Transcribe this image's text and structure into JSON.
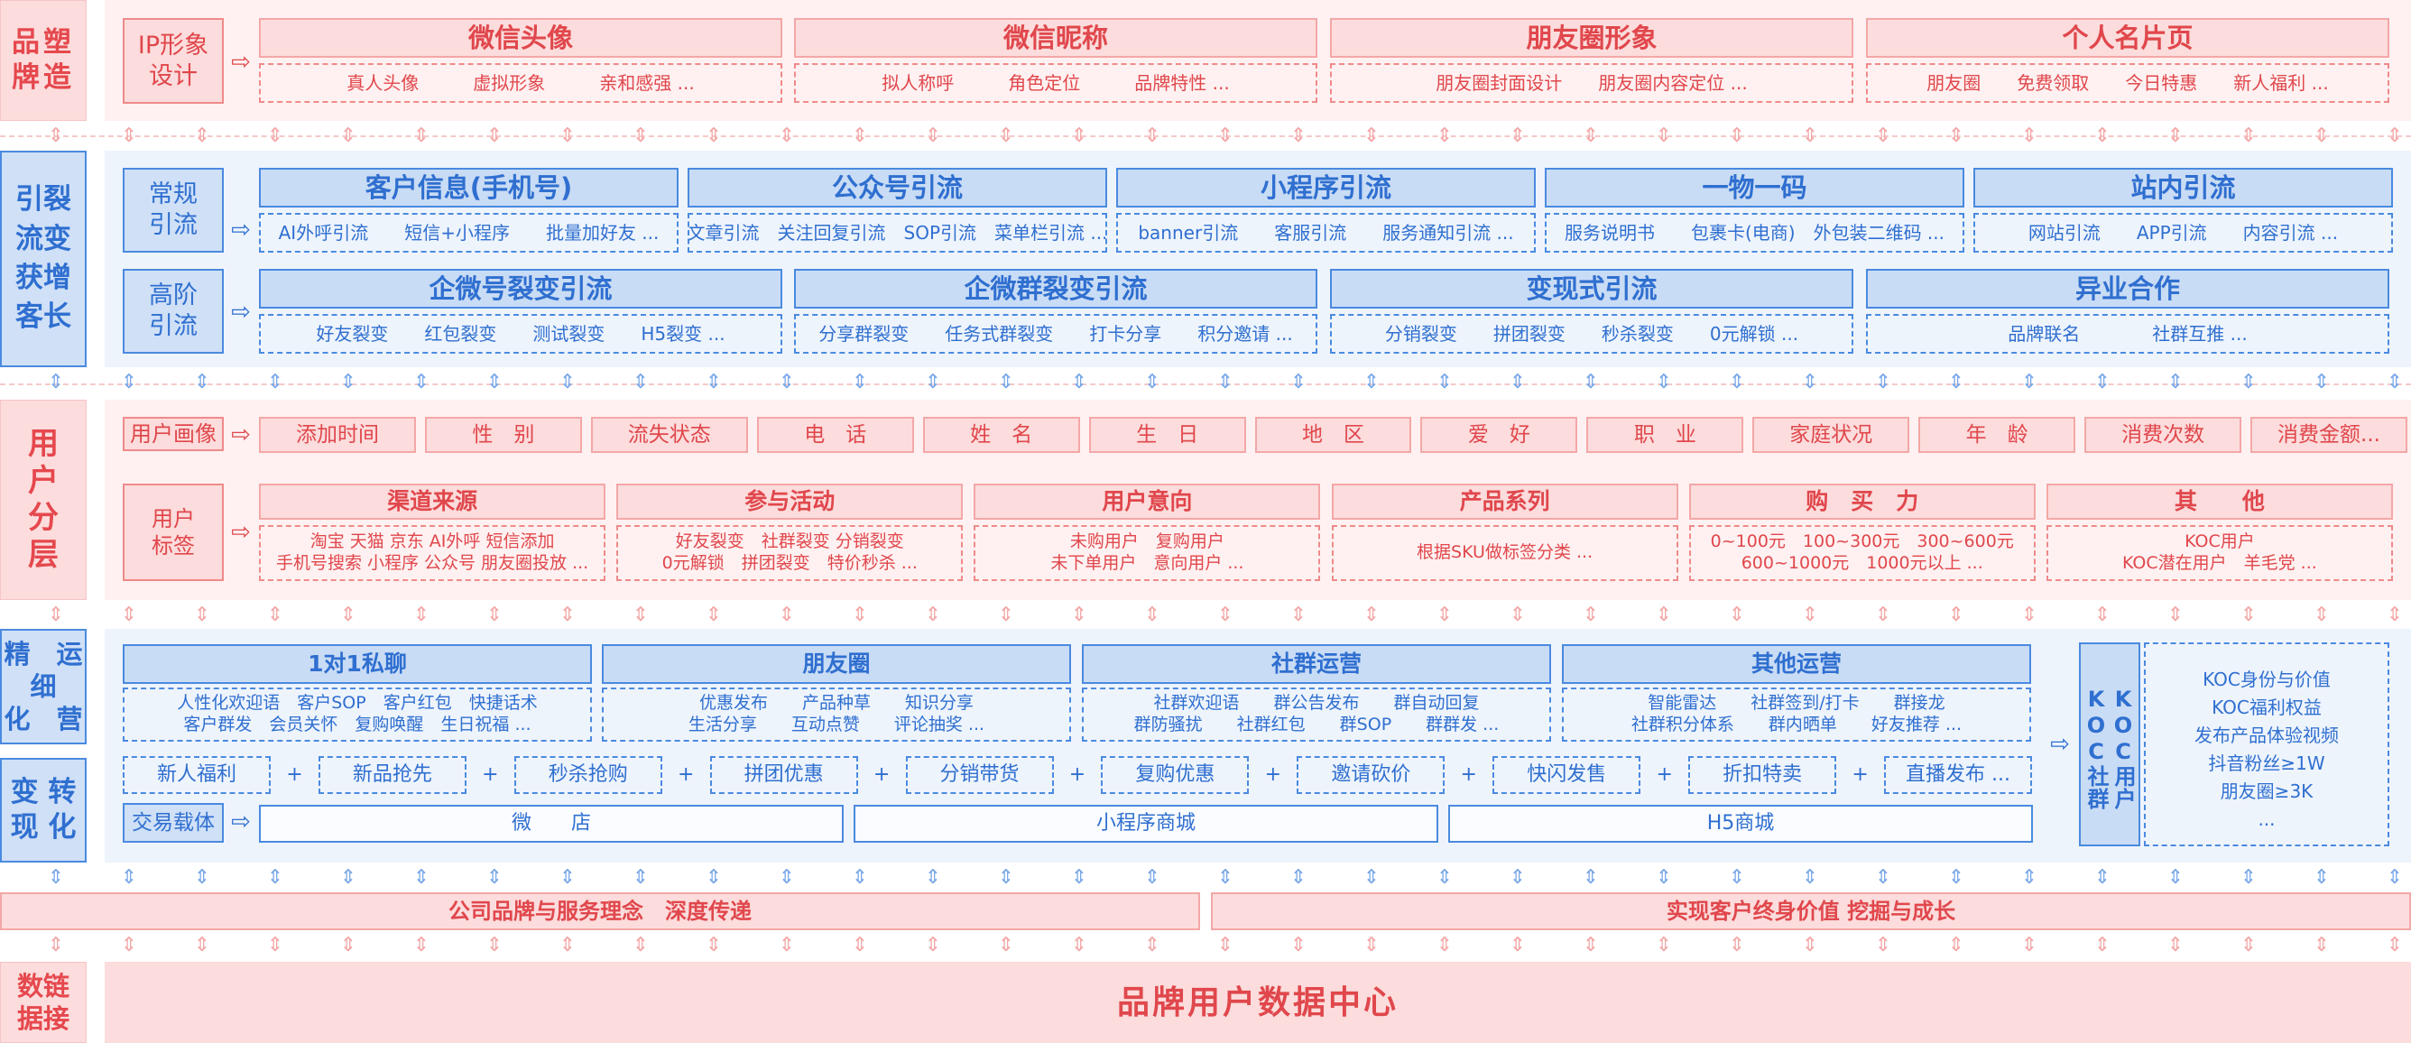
{
  "brand": {
    "side_label": "品塑\n牌造",
    "ip": "IP形象\n设计",
    "blocks": [
      {
        "title": "微信头像",
        "items": "真人头像　　　虚拟形象　　　亲和感强 ..."
      },
      {
        "title": "微信昵称",
        "items": "拟人称呼　　　角色定位　　　品牌特性 ..."
      },
      {
        "title": "朋友圈形象",
        "items": "朋友圈封面设计　　朋友圈内容定位 ..."
      },
      {
        "title": "个人名片页",
        "items": "朋友圈　　免费领取　　今日特惠　　新人福利 ..."
      }
    ]
  },
  "traffic": {
    "side_label": "引裂\n流变\n获增\n客长",
    "regular": "常规\n引流",
    "regular_blocks": [
      {
        "title": "客户信息(手机号)",
        "items": "AI外呼引流　　短信+小程序　　批量加好友 ..."
      },
      {
        "title": "公众号引流",
        "items": "文章引流　关注回复引流　SOP引流　菜单栏引流 ..."
      },
      {
        "title": "小程序引流",
        "items": "banner引流　　客服引流　　服务通知引流 ..."
      },
      {
        "title": "一物一码",
        "items": "服务说明书　　包裹卡(电商)　外包装二维码 ..."
      },
      {
        "title": "站内引流",
        "items": "网站引流　　APP引流　　内容引流 ..."
      }
    ],
    "advanced": "高阶\n引流",
    "advanced_blocks": [
      {
        "title": "企微号裂变引流",
        "items": "好友裂变　　红包裂变　　测试裂变　　H5裂变 ..."
      },
      {
        "title": "企微群裂变引流",
        "items": "分享群裂变　　任务式群裂变　　打卡分享　　积分邀请 ..."
      },
      {
        "title": "变现式引流",
        "items": "分销裂变　　拼团裂变　　秒杀裂变　　0元解锁 ..."
      },
      {
        "title": "异业合作",
        "items": "品牌联名　　　　社群互推 ..."
      }
    ]
  },
  "users": {
    "side_label": "用\n户\n分\n层",
    "portrait": "用户画像",
    "portrait_tags": [
      "添加时间",
      "性　别",
      "流失状态",
      "电　话",
      "姓　名",
      "生　日",
      "地　区",
      "爱　好",
      "职　业",
      "家庭状况",
      "年　龄",
      "消费次数",
      "消费金额..."
    ],
    "label": "用户\n标签",
    "label_blocks": [
      {
        "title": "渠道来源",
        "items": "淘宝 天猫 京东 AI外呼 短信添加\n手机号搜索 小程序 公众号 朋友圈投放 ..."
      },
      {
        "title": "参与活动",
        "items": "好友裂变　社群裂变 分销裂变\n0元解锁　拼团裂变　特价秒杀 ..."
      },
      {
        "title": "用户意向",
        "items": "未购用户　复购用户\n未下单用户　意向用户 ..."
      },
      {
        "title": "产品系列",
        "items": "根据SKU做标签分类 ..."
      },
      {
        "title": "购　买　力",
        "items": "0~100元　100~300元　300~600元\n600~1000元　1000元以上 ..."
      },
      {
        "title": "其　　他",
        "items": "KOC用户\nKOC潜在用户　羊毛党 ..."
      }
    ]
  },
  "ops": {
    "side_label1": "精　运\n细\n化　营",
    "side_label2": "变 转\n现 化",
    "blocks": [
      {
        "title": "1对1私聊",
        "items": "人性化欢迎语　客户SOP　客户红包　快捷话术\n客户群发　会员关怀　复购唤醒　生日祝福 ..."
      },
      {
        "title": "朋友圈",
        "items": "优惠发布　　产品种草　　知识分享\n生活分享　　互动点赞　　评论抽奖 ..."
      },
      {
        "title": "社群运营",
        "items": "社群欢迎语　　群公告发布　　群自动回复\n群防骚扰　　社群红包　　群SOP　　群群发 ..."
      },
      {
        "title": "其他运营",
        "items": "智能雷达　　社群签到/打卡　　群接龙\n社群积分体系　　群内晒单　　好友推荐 ..."
      }
    ],
    "promos": [
      "新人福利",
      "新品抢先",
      "秒杀抢购",
      "拼团优惠",
      "分销带货",
      "复购优惠",
      "邀请砍价",
      "快闪发售",
      "折扣特卖",
      "直播发布 ..."
    ],
    "plus": "+",
    "carrier": "交易载体",
    "stores": [
      "微　　店",
      "小程序商城",
      "H5商城"
    ],
    "koc_title": "KOC社群　KOC用户",
    "koc_col1": "KOC社群",
    "koc_col2": "KOC用户",
    "koc_items": [
      "KOC身份与价值",
      "KOC福利权益",
      "发布产品体验视频",
      "抖音粉丝≥1W",
      "朋友圈≥3K",
      "..."
    ]
  },
  "mission": [
    "公司品牌与服务理念　深度传递",
    "实现客户终身价值 挖掘与成长"
  ],
  "data_center": {
    "side_label": "数链\n据接",
    "title": "品牌用户数据中心"
  },
  "colors": {
    "red": "#e0474c",
    "blue": "#2f6fd0",
    "pink_bg": "#fcdcdc",
    "blue_bg": "#cfe0f7"
  }
}
